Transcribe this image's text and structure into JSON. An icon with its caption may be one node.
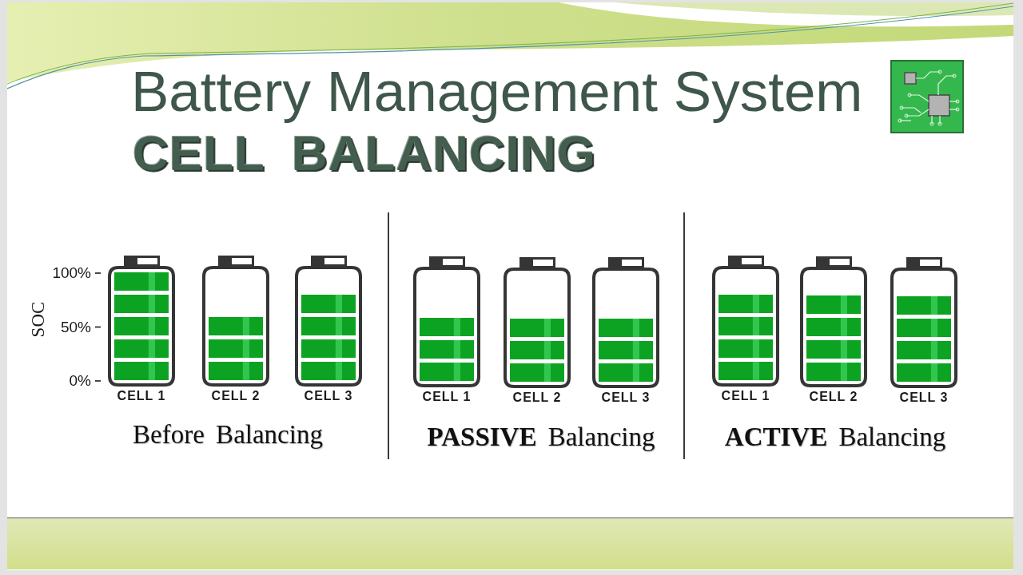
{
  "diagram": {
    "title": "Battery Management System",
    "labels": [
      "CELL BALANCING",
      "Before Balancing",
      "**PASSIVE** Balancing",
      "**ACTIVE** Balancing"
    ],
    "chart_data": {
      "type": "bar",
      "ylabel": "SOC",
      "categories": [
        "CELL 1",
        "CELL 2",
        "CELL 3",
        "CELL 1",
        "CELL 2",
        "CELL 3",
        "CELL 1",
        "CELL 2",
        "CELL 3"
      ],
      "values": [
        100,
        60,
        80,
        60,
        60,
        60,
        80,
        80,
        80
      ],
      "ylim": [
        0,
        100
      ],
      "yticks": [
        {
          "value": 0,
          "label": "0%"
        },
        {
          "value": 50,
          "label": "50%"
        },
        {
          "value": 100,
          "label": "100%"
        }
      ]
    }
  }
}
